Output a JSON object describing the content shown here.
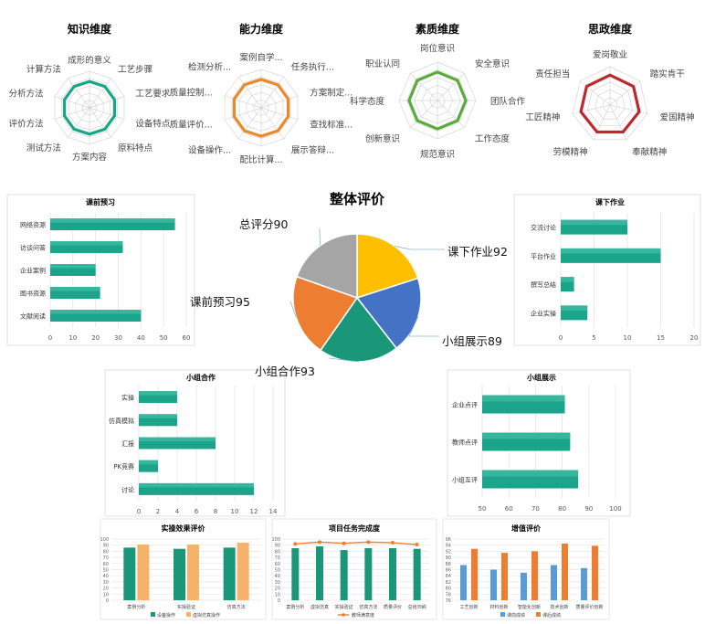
{
  "chart_data": [
    {
      "type": "radar",
      "title": "知识维度",
      "axes": [
        "成形的意义",
        "工艺步骤",
        "工艺要求",
        "设备特点",
        "原料特点",
        "方案内容",
        "测试方法",
        "评价方法",
        "分析方法",
        "计算方法"
      ],
      "values": [
        0.72,
        0.72,
        0.72,
        0.72,
        0.72,
        0.72,
        0.72,
        0.72,
        0.72,
        0.72
      ],
      "color": "#1aa58a"
    },
    {
      "type": "radar",
      "title": "能力维度",
      "axes": [
        "案例自学...",
        "任务执行...",
        "方案制定...",
        "查找标准...",
        "展示答辩...",
        "配比计算...",
        "设备操作...",
        "质量评价...",
        "质量控制...",
        "检测分析..."
      ],
      "values": [
        0.74,
        0.74,
        0.74,
        0.74,
        0.74,
        0.74,
        0.74,
        0.74,
        0.74,
        0.74
      ],
      "color": "#e8892b"
    },
    {
      "type": "radar",
      "title": "素质维度",
      "axes": [
        "岗位意识",
        "安全意识",
        "团队合作",
        "工作态度",
        "规范意识",
        "创新意识",
        "科学态度",
        "职业认同"
      ],
      "values": [
        0.74,
        0.74,
        0.74,
        0.74,
        0.74,
        0.74,
        0.74,
        0.74
      ],
      "color": "#5aaa3c"
    },
    {
      "type": "radar",
      "title": "思政维度",
      "axes": [
        "爱岗敬业",
        "踏实肯干",
        "爱国精神",
        "奉献精神",
        "劳模精神",
        "工匠精神",
        "责任担当"
      ],
      "values": [
        0.78,
        0.78,
        0.78,
        0.78,
        0.78,
        0.78,
        0.78
      ],
      "color": "#c0272d"
    },
    {
      "type": "bar",
      "orientation": "horizontal",
      "title": "课前预习",
      "categories": [
        "网络资源",
        "访谈问答",
        "企业案例",
        "图书资源",
        "文献阅读"
      ],
      "values": [
        55,
        32,
        20,
        22,
        40
      ],
      "xlim": [
        0,
        60
      ],
      "ticks": [
        "0",
        "10",
        "20",
        "30",
        "40",
        "50",
        "60"
      ],
      "grid": true,
      "color": "#1aa58a"
    },
    {
      "type": "pie",
      "title": "整体评价",
      "categories": [
        "课下作业",
        "小组展示",
        "小组合作",
        "课前预习",
        "总评分"
      ],
      "values": [
        92,
        89,
        93,
        95,
        90
      ],
      "labels": [
        "课下作业92",
        "小组展示89",
        "小组合作93",
        "课前预习95",
        "总评分90"
      ],
      "colors": [
        "#fdbf00",
        "#4472c4",
        "#1a9678",
        "#ed7d31",
        "#a5a5a5"
      ]
    },
    {
      "type": "bar",
      "orientation": "horizontal",
      "title": "课下作业",
      "categories": [
        "交流讨论",
        "平台作业",
        "撰写总结",
        "企业实操"
      ],
      "values": [
        10,
        15,
        2,
        4
      ],
      "xlim": [
        0,
        20
      ],
      "ticks": [
        "0",
        "5",
        "10",
        "15",
        "20"
      ],
      "grid": true,
      "color": "#1aa58a"
    },
    {
      "type": "bar",
      "orientation": "horizontal",
      "title": "小组合作",
      "categories": [
        "实操",
        "仿真模拟",
        "汇报",
        "PK竞赛",
        "讨论"
      ],
      "values": [
        4,
        4,
        8,
        2,
        12
      ],
      "xlim": [
        0,
        14
      ],
      "ticks": [
        "0",
        "2",
        "4",
        "6",
        "8",
        "10",
        "12",
        "14"
      ],
      "grid": true,
      "color": "#1aa58a"
    },
    {
      "type": "bar",
      "orientation": "horizontal",
      "title": "小组展示",
      "categories": [
        "企业点评",
        "教师点评",
        "小组互评"
      ],
      "values": [
        81,
        83,
        86
      ],
      "xlim": [
        50,
        100
      ],
      "ticks": [
        "50",
        "60",
        "70",
        "80",
        "90",
        "100"
      ],
      "grid": true,
      "color": "#1aa58a"
    },
    {
      "type": "bar",
      "title": "实操效果评价",
      "categories": [
        "案例分析",
        "实操验证",
        "仿真方法"
      ],
      "series": [
        {
          "name": "设备操作",
          "values": [
            86,
            84,
            86
          ],
          "color": "#1a9678"
        },
        {
          "name": "虚拟仿真操作",
          "values": [
            91,
            91,
            94
          ],
          "color": "#f4b26b"
        }
      ],
      "ylim": [
        0,
        100
      ],
      "ticks": [
        "0",
        "10",
        "20",
        "30",
        "40",
        "50",
        "60",
        "70",
        "80",
        "90",
        "100"
      ],
      "grid": true,
      "legend": "bottom"
    },
    {
      "type": "bar+line",
      "title": "项目任务完成度",
      "categories": [
        "案例分析",
        "虚拟仿真",
        "实操验证",
        "仿真方法",
        "质量评价",
        "总结归纳"
      ],
      "series": [
        {
          "name": "",
          "type": "bar",
          "values": [
            85,
            88,
            82,
            85,
            85,
            84
          ],
          "color": "#1a9678"
        },
        {
          "name": "教师满意度",
          "type": "line",
          "values": [
            92,
            95,
            93,
            95,
            94,
            91
          ],
          "color": "#ed7d31"
        }
      ],
      "ylim": [
        0,
        100
      ],
      "ticks": [
        "0",
        "10",
        "20",
        "30",
        "40",
        "50",
        "60",
        "70",
        "80",
        "90",
        "100"
      ],
      "grid": true,
      "legend": "bottom"
    },
    {
      "type": "bar",
      "title": "增值评价",
      "categories": [
        "工艺创新",
        "材料创新",
        "智能化创新",
        "技术创新",
        "质量评价创新"
      ],
      "series": [
        {
          "name": "课前成绩",
          "values": [
            87.5,
            86,
            85,
            87.5,
            86.5
          ],
          "color": "#5b9bd5"
        },
        {
          "name": "课后成绩",
          "values": [
            92.8,
            91.5,
            92,
            94.5,
            93.8
          ],
          "color": "#ed7d31"
        }
      ],
      "ylim": [
        76,
        96
      ],
      "ticks": [
        "76",
        "78",
        "80",
        "82",
        "84",
        "86",
        "88",
        "90",
        "92",
        "94",
        "96"
      ],
      "grid": true,
      "legend": "bottom"
    }
  ]
}
